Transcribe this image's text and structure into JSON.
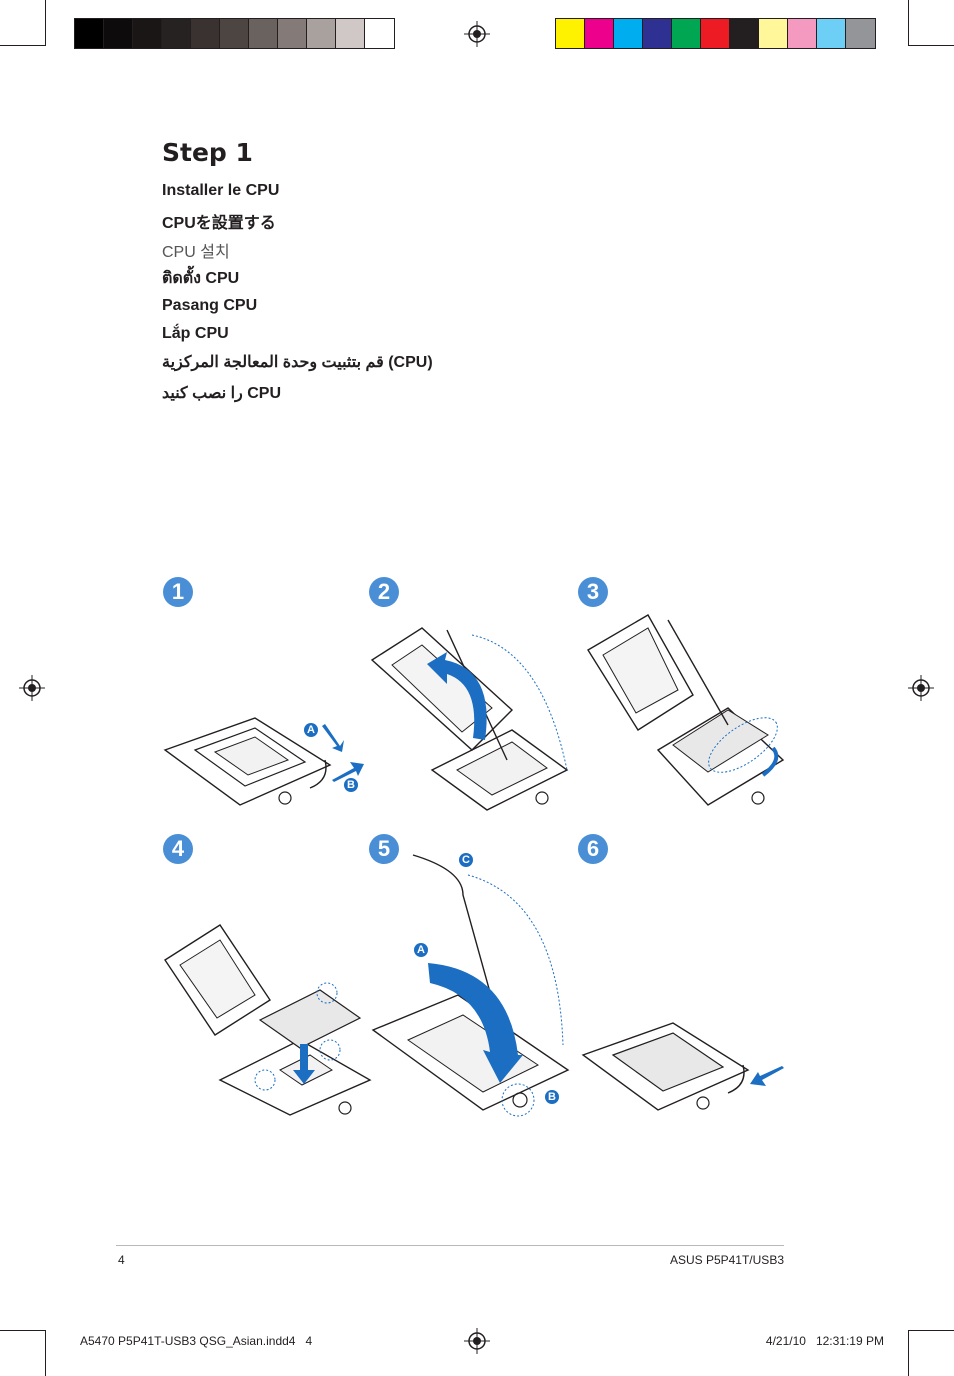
{
  "color_bar": {
    "grays": [
      "#000000",
      "#0d0b0b",
      "#1a1616",
      "#262221",
      "#3a3230",
      "#4d4541",
      "#6a625f",
      "#847b78",
      "#a8a19e",
      "#cfc8c6",
      "#ffffff"
    ],
    "process": [
      "#fff200",
      "#ec008c",
      "#00aeef",
      "#2e3192",
      "#00a651",
      "#ed1c24",
      "#231f20",
      "#fff799",
      "#f49ac1",
      "#6dcff6",
      "#939598"
    ]
  },
  "heading": {
    "title": "Step 1",
    "lines": [
      "Installer le CPU",
      "CPUを設置する",
      "CPU 설치",
      "ติดตั้ง CPU",
      "Pasang CPU",
      "Lắp CPU",
      "(CPU) قم بتثبيت وحدة المعالجة المركزية",
      "CPU را نصب کنید"
    ]
  },
  "steps": {
    "labels": [
      "1",
      "2",
      "3",
      "4",
      "5",
      "6"
    ],
    "callouts": [
      "A",
      "B",
      "C"
    ],
    "accent": "#1b6ec2",
    "step_color": "#4a8fd6"
  },
  "footer": {
    "page_number": "4",
    "product": "ASUS P5P41T/USB3"
  },
  "slug": {
    "file": "A5470 P5P41T-USB3 QSG_Asian.indd4   4",
    "date": "4/21/10   12:31:19 PM"
  }
}
